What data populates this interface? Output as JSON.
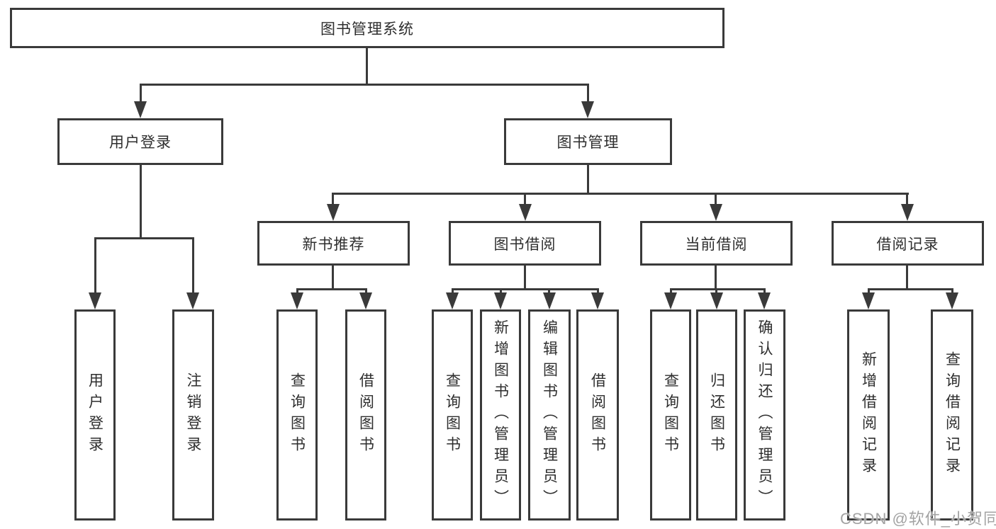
{
  "root": {
    "label": "图书管理系统"
  },
  "level2": {
    "user_login": {
      "label": "用户登录"
    },
    "book_management": {
      "label": "图书管理"
    }
  },
  "level3": {
    "new_book_recommend": {
      "label": "新书推荐"
    },
    "book_borrow": {
      "label": "图书借阅"
    },
    "current_borrow": {
      "label": "当前借阅"
    },
    "borrow_records": {
      "label": "借阅记录"
    }
  },
  "leaves": {
    "user_login": {
      "label": "用户登录"
    },
    "logout": {
      "label": "注销登录"
    },
    "recommend_query_books": {
      "label": "查询图书"
    },
    "recommend_borrow_books": {
      "label": "借阅图书"
    },
    "borrow_query_books": {
      "label": "查询图书"
    },
    "borrow_add_books_admin": {
      "label": "新增图书（管理员）"
    },
    "borrow_edit_books_admin": {
      "label": "编辑图书（管理员）"
    },
    "borrow_borrow_books": {
      "label": "借阅图书"
    },
    "current_query_books": {
      "label": "查询图书"
    },
    "current_return_books": {
      "label": "归还图书"
    },
    "current_confirm_return_admin": {
      "label": "确认归还（管理员）"
    },
    "records_add_record": {
      "label": "新增借阅记录"
    },
    "records_query_record": {
      "label": "查询借阅记录"
    }
  },
  "watermark": "CSDN @软件_小贺同学",
  "colors": {
    "line": "#3a3a3a",
    "text": "#2e2e2e",
    "watermark": "#a3a3a3",
    "background": "#ffffff"
  }
}
